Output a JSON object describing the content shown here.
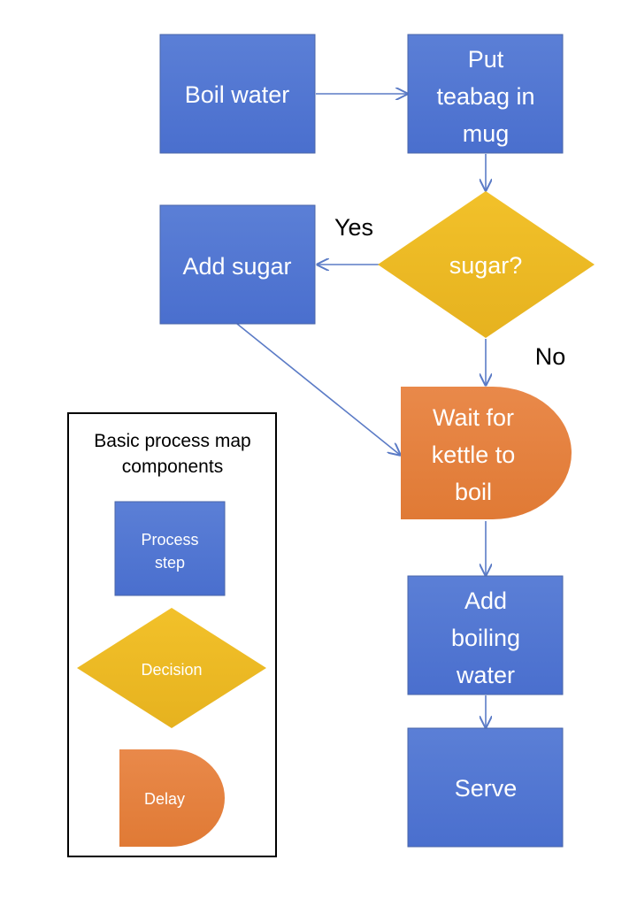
{
  "colors": {
    "process_fill": "#4a6fce",
    "process_fill_top": "#5b7fd6",
    "process_stroke": "#4a66a8",
    "decision_fill": "#f2c12a",
    "decision_fill_bottom": "#e6b21f",
    "delay_fill": "#e07a35",
    "delay_fill_top": "#e9894a",
    "connector": "#5b7bc6",
    "legend_border": "#000000"
  },
  "nodes": {
    "boil_water": {
      "shape": "process",
      "lines": [
        "Boil water"
      ]
    },
    "put_teabag": {
      "shape": "process",
      "lines": [
        "Put",
        "teabag in",
        "mug"
      ]
    },
    "add_sugar": {
      "shape": "process",
      "lines": [
        "Add sugar"
      ]
    },
    "sugar_decision": {
      "shape": "decision",
      "lines": [
        "sugar?"
      ]
    },
    "wait_kettle": {
      "shape": "delay",
      "lines": [
        "Wait for",
        "kettle to",
        "boil"
      ]
    },
    "add_boiling_water": {
      "shape": "process",
      "lines": [
        "Add",
        "boiling",
        "water"
      ]
    },
    "serve": {
      "shape": "process",
      "lines": [
        "Serve"
      ]
    }
  },
  "edge_labels": {
    "yes": "Yes",
    "no": "No"
  },
  "legend": {
    "title_lines": [
      "Basic process map",
      "components"
    ],
    "process_label": [
      "Process",
      "step"
    ],
    "decision_label": "Decision",
    "delay_label": "Delay"
  }
}
